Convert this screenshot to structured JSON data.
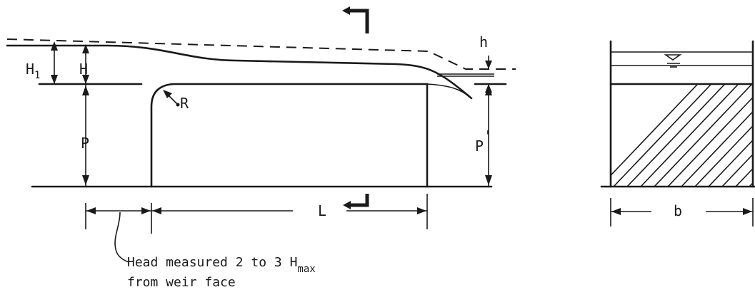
{
  "diagram": {
    "labels": {
      "H1_main": "H",
      "H1_sub": "1",
      "H": "H",
      "P": "P",
      "R": "R",
      "L": "L",
      "h": "h",
      "P_prime": "P",
      "P_prime_mark": "'",
      "b": "b"
    },
    "note": {
      "line1_prefix": "Head measured 2 to 3 H",
      "line1_sub": "max",
      "line2": "from weir face"
    }
  }
}
